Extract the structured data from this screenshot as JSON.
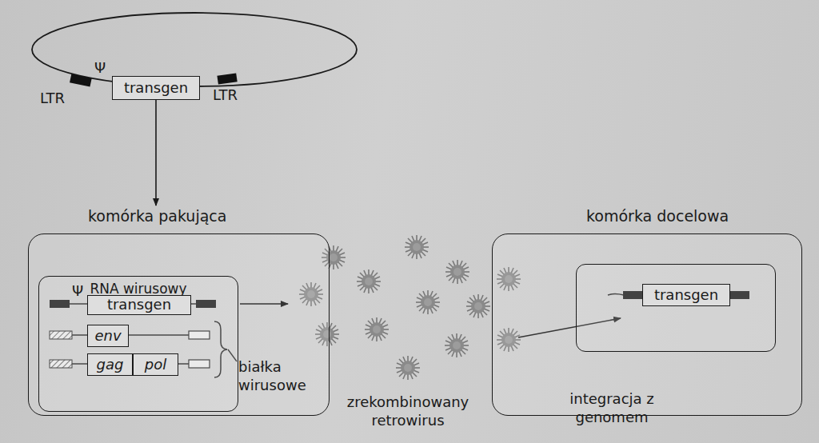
{
  "diagram": {
    "nodes": [
      {
        "text": [
          "transgen"
        ]
      },
      {
        "text": [
          "komórka pakująca"
        ]
      },
      {
        "text": [
          "RNA wirusowy"
        ],
        "in": 1
      },
      {
        "text": [
          "transgen"
        ],
        "in": 2
      },
      {
        "text": [
          "env"
        ],
        "in": 2
      },
      {
        "text": [
          "gag"
        ],
        "in": 2
      },
      {
        "text": [
          "pol"
        ],
        "in": 2
      },
      {
        "text": [
          "komórka docelowa"
        ]
      },
      {
        "text": [
          "transgen"
        ],
        "in": 7
      }
    ],
    "edges": [
      {
        "from": 0,
        "to": 1,
        "arrow": "to"
      }
    ],
    "labels": [
      "Ψ",
      "LTR",
      "LTR",
      "Ψ",
      "białka wirusowe",
      "zrekombinowany retrowirus",
      "integracja z genomem"
    ]
  }
}
